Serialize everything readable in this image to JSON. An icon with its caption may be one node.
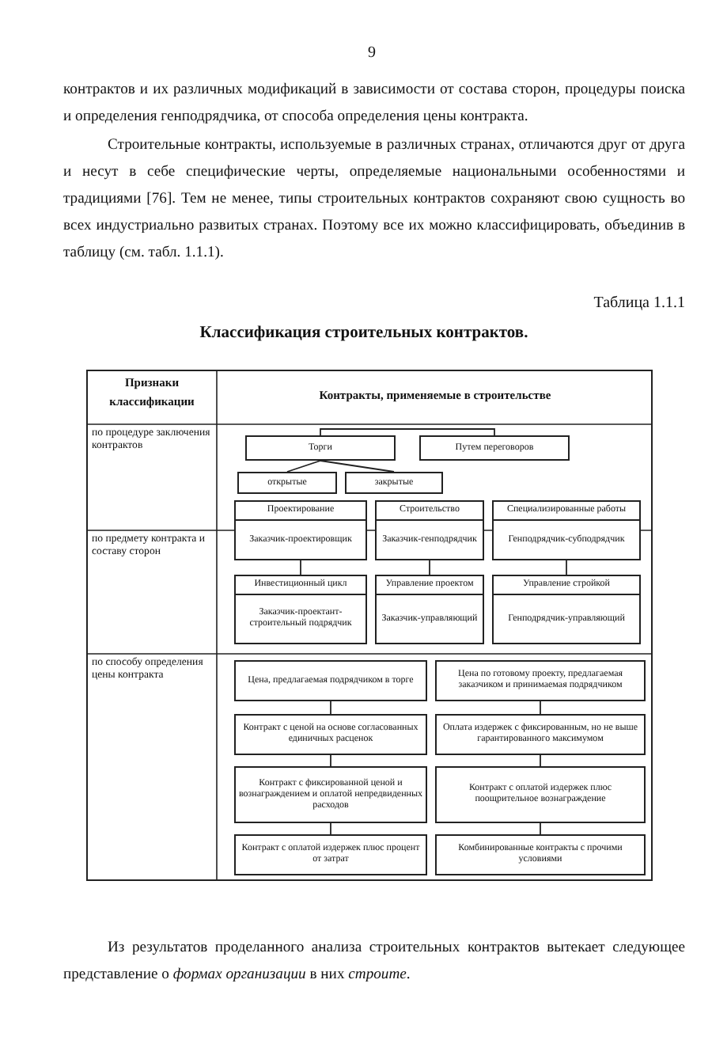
{
  "diagram": {
    "title": "Классификация строительных контрактов.",
    "nodes": [
      {
        "text": [
          "Торги"
        ]
      },
      {
        "text": [
          "Путем переговоров"
        ]
      },
      {
        "text": [
          "открытые"
        ]
      },
      {
        "text": [
          "закрытые"
        ]
      },
      {
        "text": [
          "Проектирование",
          "Заказчик-проектировщик"
        ]
      },
      {
        "text": [
          "Строительство",
          "Заказчик-генподрядчик"
        ]
      },
      {
        "text": [
          "Специализированные работы",
          "Генподрядчик-субподрядчик"
        ]
      },
      {
        "text": [
          "Инвестиционный цикл",
          "Заказчик-проектант-строительный подрядчик"
        ]
      },
      {
        "text": [
          "Управление проектом",
          "Заказчик-управляющий"
        ]
      },
      {
        "text": [
          "Управление стройкой",
          "Генподрядчик-управляющий"
        ]
      },
      {
        "text": [
          "Цена, предлагаемая подрядчиком в торге"
        ]
      },
      {
        "text": [
          "Цена по готовому проекту, предлагаемая заказчиком и принимаемая подрядчиком"
        ]
      },
      {
        "text": [
          "Контракт с ценой на основе согласованных единичных расценок"
        ]
      },
      {
        "text": [
          "Оплата издержек с фиксированным, но не выше гарантированного максимумом"
        ]
      },
      {
        "text": [
          "Контракт с фиксированной ценой и вознаграждением и оплатой непредвиденных расходов"
        ]
      },
      {
        "text": [
          "Контракт с оплатой издержек плюс поощрительное вознаграждение"
        ]
      },
      {
        "text": [
          "Контракт с оплатой издержек плюс процент от затрат"
        ]
      },
      {
        "text": [
          "Комбинированные контракты с прочими условиями"
        ]
      }
    ],
    "edges": [
      {
        "from": 0,
        "to": 1,
        "arrow": "none"
      },
      {
        "from": 0,
        "to": 2,
        "arrow": "none"
      },
      {
        "from": 0,
        "to": 3,
        "arrow": "none"
      },
      {
        "from": 4,
        "to": 7,
        "arrow": "none"
      },
      {
        "from": 5,
        "to": 8,
        "arrow": "none"
      },
      {
        "from": 6,
        "to": 9,
        "arrow": "none"
      },
      {
        "from": 10,
        "to": 12,
        "arrow": "none"
      },
      {
        "from": 11,
        "to": 13,
        "arrow": "none"
      },
      {
        "from": 12,
        "to": 14,
        "arrow": "none"
      },
      {
        "from": 13,
        "to": 15,
        "arrow": "none"
      },
      {
        "from": 14,
        "to": 16,
        "arrow": "none"
      },
      {
        "from": 15,
        "to": 17,
        "arrow": "none"
      }
    ],
    "labels": [
      "9",
      "контрактов и их различных модификаций в зависимости от состава сторон, процедуры поиска и определения генподрядчика, от способа определения цены контракта.",
      "Строительные контракты, используемые в различных странах, отличаются друг от друга и несут в себе специфические черты, определяемые национальными особенностями и традициями [76]. Тем не менее, типы строительных контрактов сохраняют свою сущность во всех индустриально развитых странах. Поэтому все их можно классифицировать, объединив в таблицу (см. табл. 1.1.1).",
      "Таблица 1.1.1",
      "Признаки классификации",
      "Контракты, применяемые в строительстве",
      "по процедуре заключения контрактов",
      "по предмету контракта и составу сторон",
      "по способу определения цены контракта",
      "Из результатов проделанного анализа строительных контрактов вытекает следующее представление о *формах организации* в них *строите*."
    ]
  }
}
